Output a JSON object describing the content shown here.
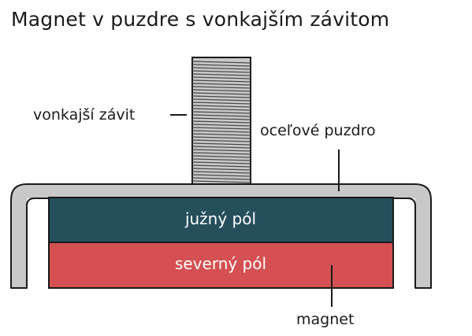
{
  "title": "Magnet v puzdre s vonkajším závitom",
  "labels": {
    "thread": "vonkajší závit",
    "housing": "oceľové puzdro",
    "south_pole": "južný pól",
    "north_pole": "severný pól",
    "magnet": "magnet"
  },
  "colors": {
    "housing_fill": "#c8c8c8",
    "outline": "#1a1a1a",
    "south_pole": "#264f5c",
    "north_pole": "#d45052",
    "background": "#ffffff"
  }
}
